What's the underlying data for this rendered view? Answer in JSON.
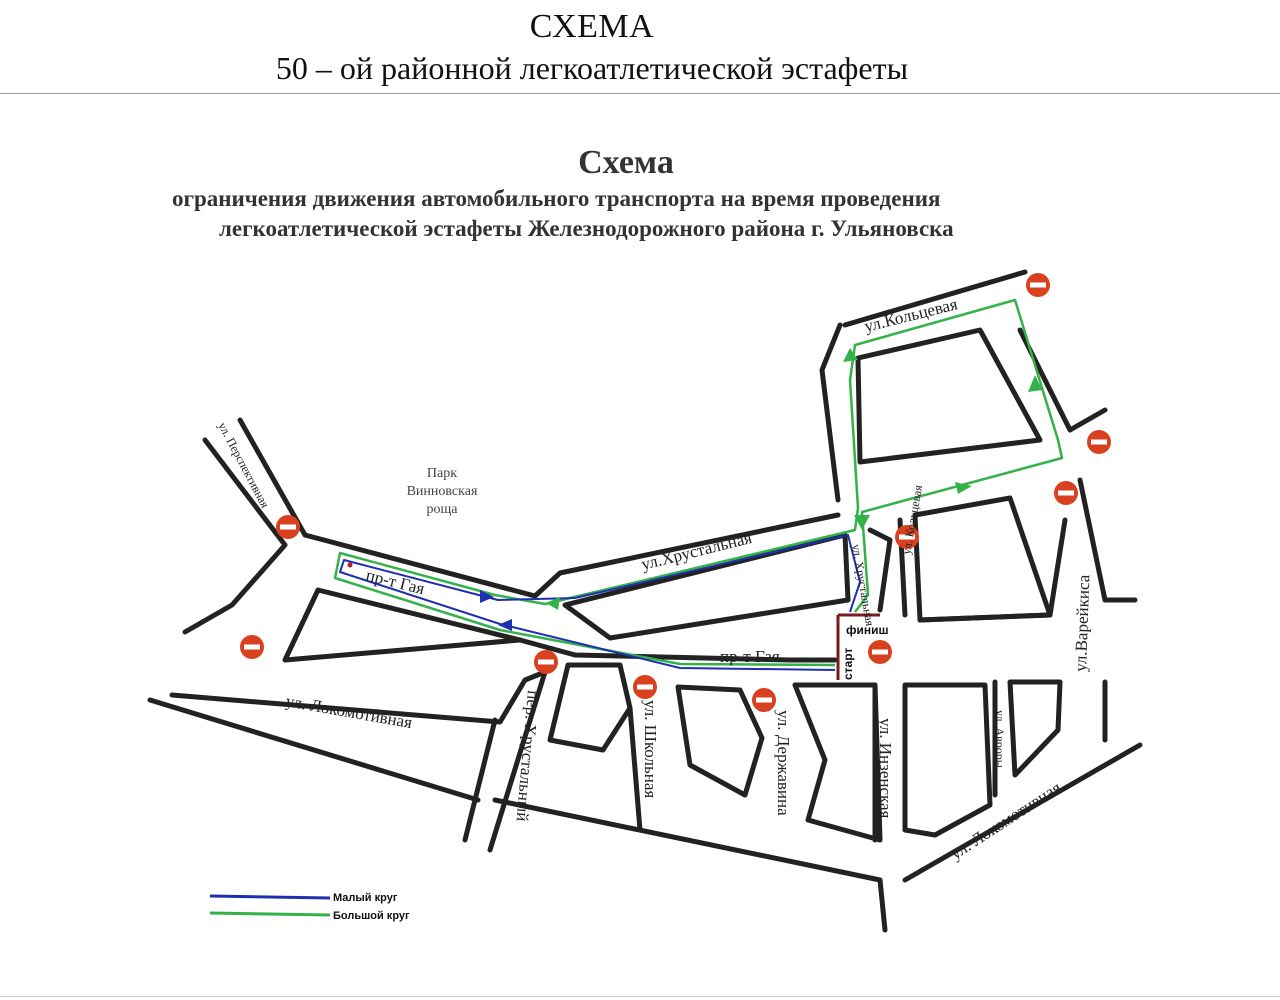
{
  "header": {
    "title": "СХЕМА",
    "subtitle": "50 – ой районной легкоатлетической эстафеты"
  },
  "map": {
    "title": "Схема",
    "description_line1": "ограничения движения автомобильного транспорта на время проведения",
    "description_line2": "легкоатлетической эстафеты Железнодорожного района г. Ульяновска",
    "park_label_lines": [
      "Парк",
      "Винновская",
      "роща"
    ],
    "streets": {
      "koltsevaya": "ул.Кольцевая",
      "khrustalnaya": "ул.Хрустальная",
      "gaya_west": "пр-т Гая",
      "gaya_east": "пр-т Гая",
      "lokomotivnaya_west": "ул. Локомотивная",
      "lokomotivnaya_east": "ул. Локомотивная",
      "per_khrustalny": "пер. Хрустальный",
      "shkolnaya": "ул. Школьная",
      "derzhavina": "ул. Державина",
      "inzenskaya": "ул. Инзенская",
      "vareikisa": "ул.Варейкиса",
      "avrory": "ул. Авроры",
      "nw_street": "ул. Перспективная",
      "small_north": "ул. Хрустальная",
      "small_east": "ул. Кольцевая"
    },
    "markers": {
      "start": "старт",
      "finish": "финиш"
    },
    "colors": {
      "small_loop": "#1f2fb0",
      "big_loop": "#33b24a",
      "no_entry": "#d8401f",
      "road": "#222222"
    },
    "no_entry_sign_icon": "no-entry-icon"
  },
  "legend": {
    "small_loop_label": "Малый круг",
    "big_loop_label": "Большой круг"
  }
}
